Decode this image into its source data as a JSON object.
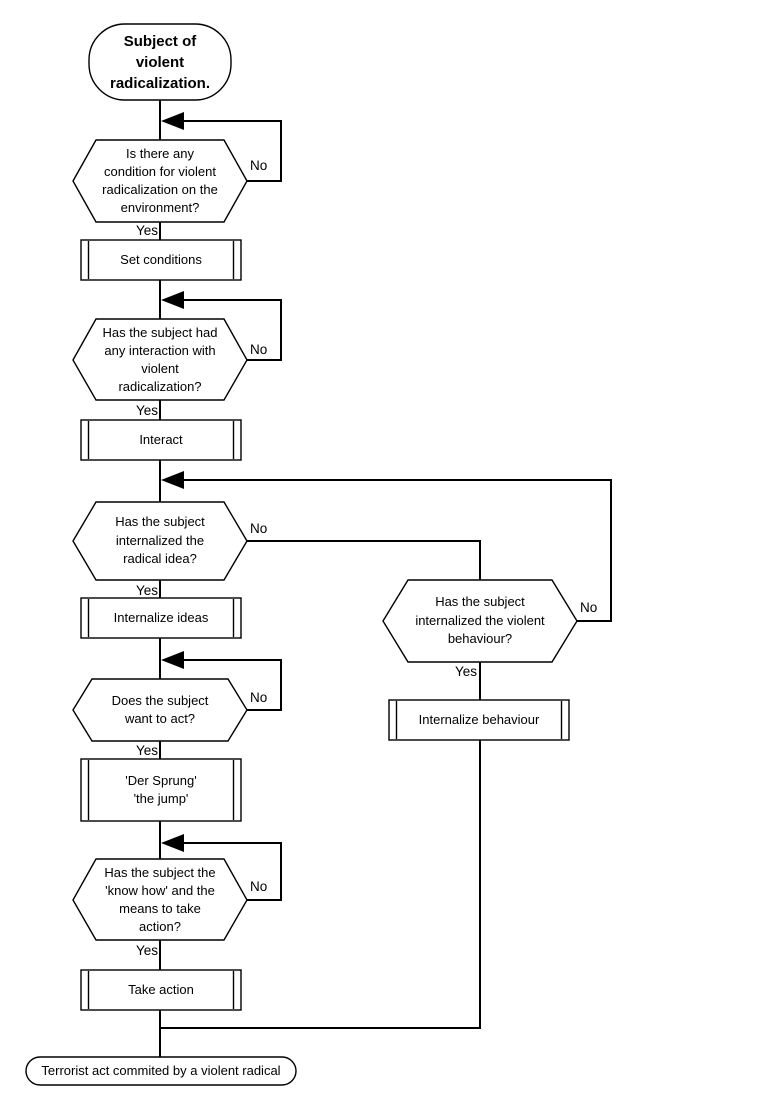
{
  "title": "Violent radicalization process flowchart",
  "colors": {
    "stroke": "#000000",
    "fill": "#ffffff",
    "background": "#ffffff",
    "text": "#000000"
  },
  "nodes": {
    "start": {
      "shape": "terminator",
      "lines": [
        "Subject of",
        "violent",
        "radicalization."
      ]
    },
    "q_conditions": {
      "shape": "decision",
      "lines": [
        "Is there any",
        "condition for violent",
        "radicalization on the",
        "environment?"
      ]
    },
    "set_conditions": {
      "shape": "subprocess",
      "lines": [
        "Set conditions"
      ]
    },
    "q_interaction": {
      "shape": "decision",
      "lines": [
        "Has the subject had",
        "any interaction with",
        "violent",
        "radicalization?"
      ]
    },
    "interact": {
      "shape": "subprocess",
      "lines": [
        "Interact"
      ]
    },
    "q_internalize_idea": {
      "shape": "decision",
      "lines": [
        "Has the subject",
        "internalized the",
        "radical idea?"
      ]
    },
    "internalize_ideas": {
      "shape": "subprocess",
      "lines": [
        "Internalize ideas"
      ]
    },
    "q_internalize_behaviour": {
      "shape": "decision",
      "lines": [
        "Has the subject",
        "internalized the violent",
        "behaviour?"
      ]
    },
    "internalize_behaviour": {
      "shape": "subprocess",
      "lines": [
        "Internalize behaviour"
      ]
    },
    "q_want_act": {
      "shape": "decision",
      "lines": [
        "Does the subject",
        "want to act?"
      ]
    },
    "der_sprung": {
      "shape": "subprocess",
      "lines": [
        "'Der Sprung'",
        "'the jump'"
      ]
    },
    "q_know_how": {
      "shape": "decision",
      "lines": [
        "Has the subject the",
        "'know how' and the",
        "means to take",
        "action?"
      ]
    },
    "take_action": {
      "shape": "subprocess",
      "lines": [
        "Take action"
      ]
    },
    "end": {
      "shape": "terminator",
      "lines": [
        "Terrorist act commited by a violent radical"
      ]
    }
  },
  "edge_labels": {
    "yes": "Yes",
    "no": "No"
  }
}
